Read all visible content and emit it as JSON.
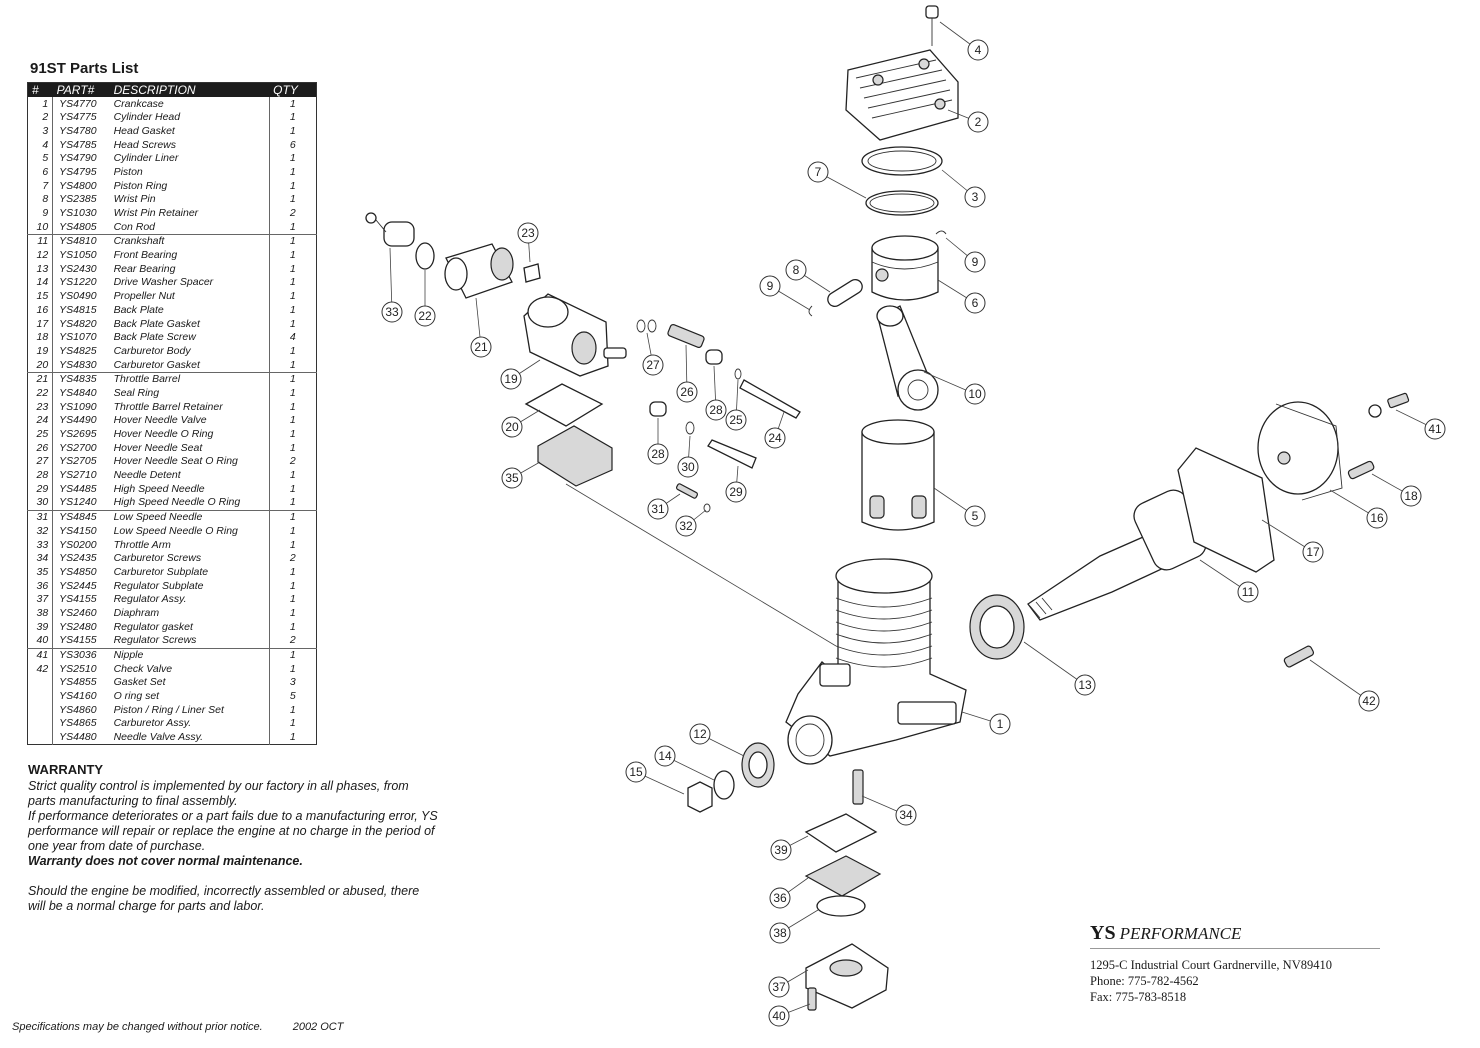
{
  "parts_list": {
    "title": "91ST Parts List",
    "headers": {
      "num": "#",
      "part": "PART#",
      "desc": "DESCRIPTION",
      "qty": "QTY"
    },
    "rows": [
      {
        "num": "1",
        "part": "YS4770",
        "desc": "Crankcase",
        "qty": "1"
      },
      {
        "num": "2",
        "part": "YS4775",
        "desc": "Cylinder Head",
        "qty": "1"
      },
      {
        "num": "3",
        "part": "YS4780",
        "desc": "Head Gasket",
        "qty": "1"
      },
      {
        "num": "4",
        "part": "YS4785",
        "desc": "Head Screws",
        "qty": "6"
      },
      {
        "num": "5",
        "part": "YS4790",
        "desc": "Cylinder Liner",
        "qty": "1"
      },
      {
        "num": "6",
        "part": "YS4795",
        "desc": "Piston",
        "qty": "1"
      },
      {
        "num": "7",
        "part": "YS4800",
        "desc": "Piston Ring",
        "qty": "1"
      },
      {
        "num": "8",
        "part": "YS2385",
        "desc": "Wrist Pin",
        "qty": "1"
      },
      {
        "num": "9",
        "part": "YS1030",
        "desc": "Wrist Pin Retainer",
        "qty": "2"
      },
      {
        "num": "10",
        "part": "YS4805",
        "desc": "Con Rod",
        "qty": "1"
      },
      {
        "num": "11",
        "part": "YS4810",
        "desc": "Crankshaft",
        "qty": "1"
      },
      {
        "num": "12",
        "part": "YS1050",
        "desc": "Front Bearing",
        "qty": "1"
      },
      {
        "num": "13",
        "part": "YS2430",
        "desc": "Rear Bearing",
        "qty": "1"
      },
      {
        "num": "14",
        "part": "YS1220",
        "desc": "Drive Washer Spacer",
        "qty": "1"
      },
      {
        "num": "15",
        "part": "YS0490",
        "desc": "Propeller Nut",
        "qty": "1"
      },
      {
        "num": "16",
        "part": "YS4815",
        "desc": "Back Plate",
        "qty": "1"
      },
      {
        "num": "17",
        "part": "YS4820",
        "desc": "Back Plate Gasket",
        "qty": "1"
      },
      {
        "num": "18",
        "part": "YS1070",
        "desc": "Back Plate Screw",
        "qty": "4"
      },
      {
        "num": "19",
        "part": "YS4825",
        "desc": "Carburetor Body",
        "qty": "1"
      },
      {
        "num": "20",
        "part": "YS4830",
        "desc": "Carburetor Gasket",
        "qty": "1"
      },
      {
        "num": "21",
        "part": "YS4835",
        "desc": "Throttle Barrel",
        "qty": "1"
      },
      {
        "num": "22",
        "part": "YS4840",
        "desc": "Seal Ring",
        "qty": "1"
      },
      {
        "num": "23",
        "part": "YS1090",
        "desc": "Throttle Barrel Retainer",
        "qty": "1"
      },
      {
        "num": "24",
        "part": "YS4490",
        "desc": "Hover Needle Valve",
        "qty": "1"
      },
      {
        "num": "25",
        "part": "YS2695",
        "desc": "Hover Needle O Ring",
        "qty": "1"
      },
      {
        "num": "26",
        "part": "YS2700",
        "desc": "Hover Needle Seat",
        "qty": "1"
      },
      {
        "num": "27",
        "part": "YS2705",
        "desc": "Hover Needle Seat O Ring",
        "qty": "2"
      },
      {
        "num": "28",
        "part": "YS2710",
        "desc": "Needle Detent",
        "qty": "1"
      },
      {
        "num": "29",
        "part": "YS4485",
        "desc": "High Speed Needle",
        "qty": "1"
      },
      {
        "num": "30",
        "part": "YS1240",
        "desc": "High Speed Needle O Ring",
        "qty": "1"
      },
      {
        "num": "31",
        "part": "YS4845",
        "desc": "Low Speed Needle",
        "qty": "1"
      },
      {
        "num": "32",
        "part": "YS4150",
        "desc": "Low Speed Needle O Ring",
        "qty": "1"
      },
      {
        "num": "33",
        "part": "YS0200",
        "desc": "Throttle Arm",
        "qty": "1"
      },
      {
        "num": "34",
        "part": "YS2435",
        "desc": "Carburetor Screws",
        "qty": "2"
      },
      {
        "num": "35",
        "part": "YS4850",
        "desc": "Carburetor Subplate",
        "qty": "1"
      },
      {
        "num": "36",
        "part": "YS2445",
        "desc": "Regulator Subplate",
        "qty": "1"
      },
      {
        "num": "37",
        "part": "YS4155",
        "desc": "Regulator Assy.",
        "qty": "1"
      },
      {
        "num": "38",
        "part": "YS2460",
        "desc": "Diaphram",
        "qty": "1"
      },
      {
        "num": "39",
        "part": "YS2480",
        "desc": "Regulator gasket",
        "qty": "1"
      },
      {
        "num": "40",
        "part": "YS4155",
        "desc": "Regulator Screws",
        "qty": "2"
      },
      {
        "num": "41",
        "part": "YS3036",
        "desc": "Nipple",
        "qty": "1"
      },
      {
        "num": "42",
        "part": "YS2510",
        "desc": "Check Valve",
        "qty": "1"
      },
      {
        "num": "",
        "part": "YS4855",
        "desc": "Gasket Set",
        "qty": "3"
      },
      {
        "num": "",
        "part": "YS4160",
        "desc": "O ring set",
        "qty": "5"
      },
      {
        "num": "",
        "part": "YS4860",
        "desc": "Piston / Ring / Liner Set",
        "qty": "1"
      },
      {
        "num": "",
        "part": "YS4865",
        "desc": "Carburetor Assy.",
        "qty": "1"
      },
      {
        "num": "",
        "part": "YS4480",
        "desc": "Needle Valve Assy.",
        "qty": "1"
      }
    ],
    "group_breaks": [
      10,
      20,
      30,
      40
    ]
  },
  "warranty": {
    "title": "WARRANTY",
    "p1": "Strict quality control is implemented by our factory in all phases, from parts manufacturing to final assembly.",
    "p2": "If performance deteriorates or a part fails due to a manufacturing error, YS performance will repair or replace the engine at no charge in the period of one year from date of purchase.",
    "p3": "Warranty does not cover normal maintenance.",
    "p4": "Should the engine be modified, incorrectly assembled or abused, there will be a normal charge for parts and labor."
  },
  "footer": {
    "note": "Specifications may be changed without prior notice.",
    "date": "2002 OCT"
  },
  "company": {
    "brand_ys": "YS",
    "brand_perf": "PERFORMANCE",
    "address": "1295-C Industrial Court Gardnerville, NV89410",
    "phone": "Phone: 775-782-4562",
    "fax": "Fax: 775-783-8518"
  },
  "callout_labels": [
    "1",
    "2",
    "3",
    "4",
    "5",
    "6",
    "7",
    "8",
    "9",
    "9",
    "10",
    "11",
    "12",
    "13",
    "14",
    "15",
    "16",
    "17",
    "18",
    "19",
    "20",
    "21",
    "22",
    "23",
    "24",
    "25",
    "26",
    "27",
    "28",
    "28",
    "29",
    "30",
    "31",
    "32",
    "33",
    "34",
    "35",
    "36",
    "37",
    "38",
    "39",
    "40",
    "41",
    "42"
  ]
}
